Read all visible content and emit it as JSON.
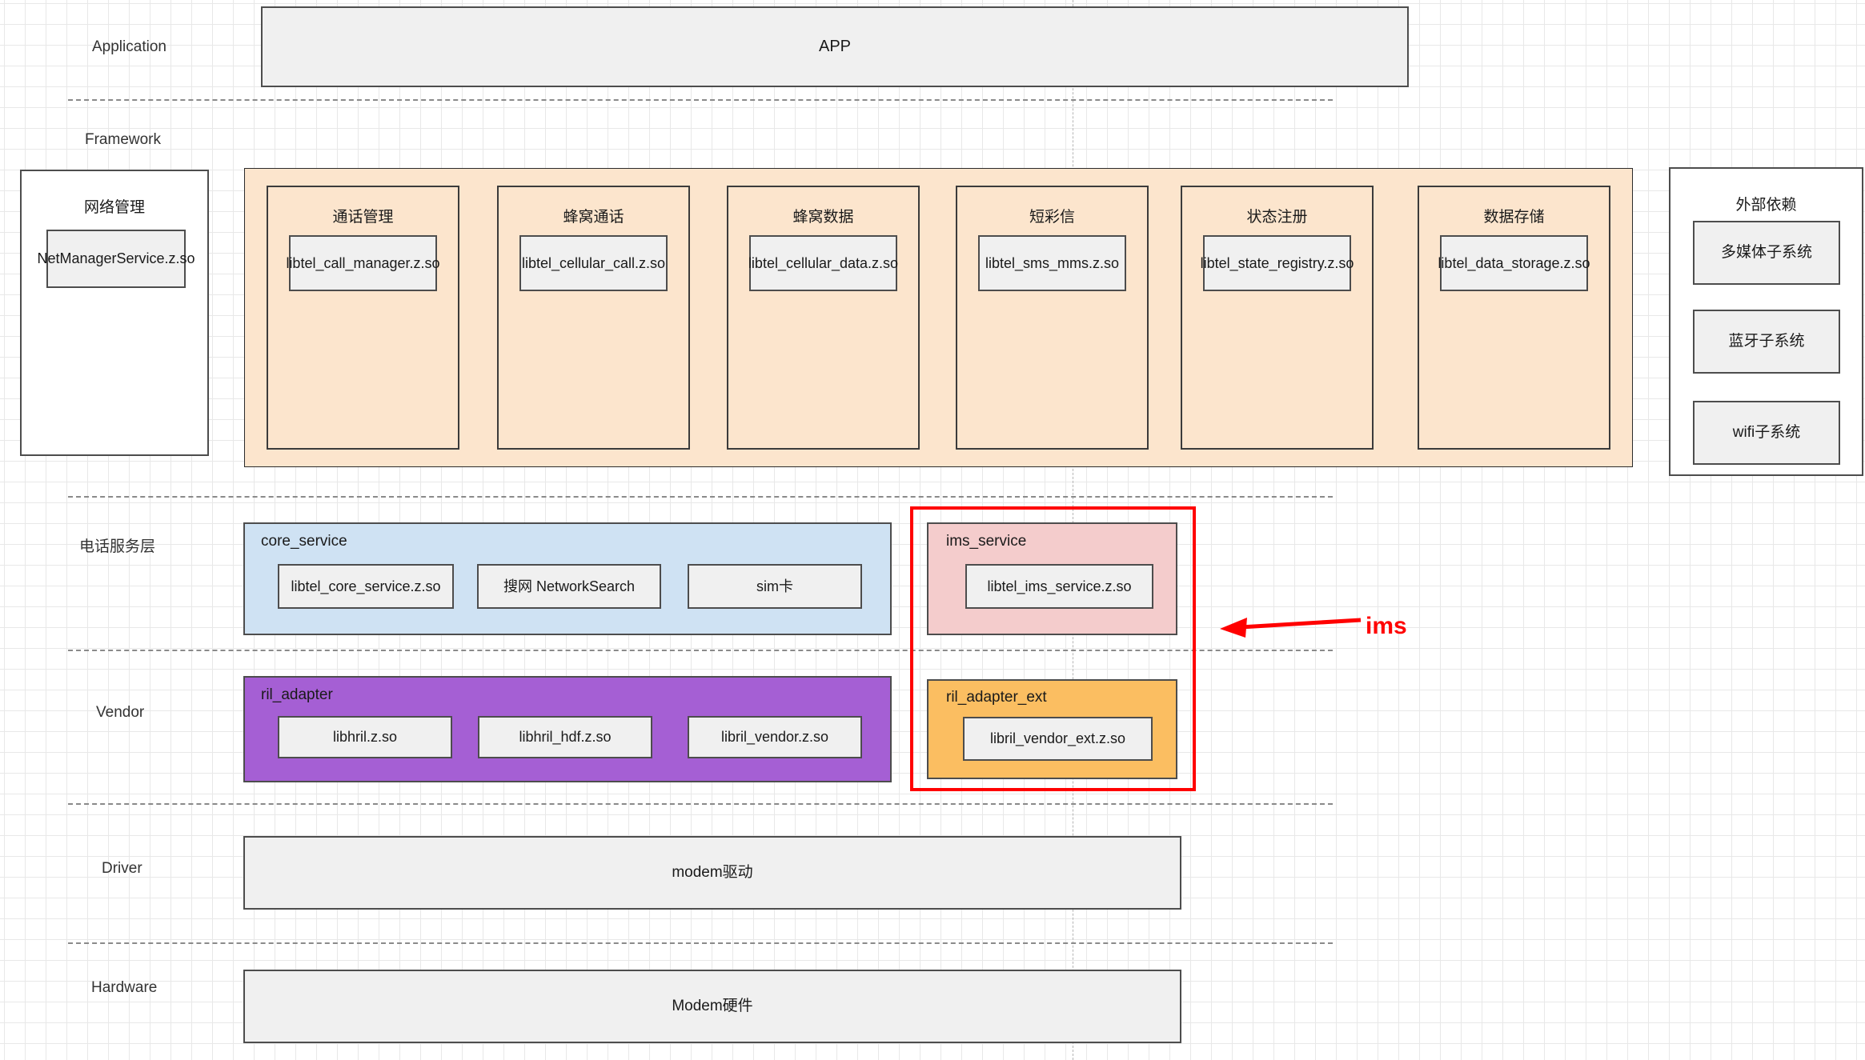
{
  "diagram": {
    "title": "Telephony architecture layers",
    "colors": {
      "framework_band": "#fce5cd",
      "core_service": "#cfe2f3",
      "ims_service": "#f4cccc",
      "ril_adapter": "#a55fd4",
      "ril_adapter_ext": "#fbbe61",
      "grey_box": "#f0f0f0",
      "highlight": "#ff0000",
      "border": "#4d4d4d"
    }
  },
  "layers": [
    {
      "name": "Application",
      "label": "Application"
    },
    {
      "name": "Framework",
      "label": "Framework"
    },
    {
      "name": "TelephonyService",
      "label": "电话服务层"
    },
    {
      "name": "Vendor",
      "label": "Vendor"
    },
    {
      "name": "Driver",
      "label": "Driver"
    },
    {
      "name": "Hardware",
      "label": "Hardware"
    }
  ],
  "application": {
    "box_label": "APP"
  },
  "network_manager": {
    "title": "网络管理",
    "module": "NetManagerService.z.so"
  },
  "framework_modules": [
    {
      "title": "通话管理",
      "module": "libtel_call_manager.z.so"
    },
    {
      "title": "蜂窝通话",
      "module": "libtel_cellular_call.z.so"
    },
    {
      "title": "蜂窝数据",
      "module": "libtel_cellular_data.z.so"
    },
    {
      "title": "短彩信",
      "module": "libtel_sms_mms.z.so"
    },
    {
      "title": "状态注册",
      "module": "libtel_state_registry.z.so"
    },
    {
      "title": "数据存储",
      "module": "libtel_data_storage.z.so"
    }
  ],
  "external_dependencies": {
    "title": "外部依赖",
    "items": [
      {
        "label": "多媒体子系统"
      },
      {
        "label": "蓝牙子系统"
      },
      {
        "label": "wifi子系统"
      }
    ]
  },
  "core_service": {
    "label": "core_service",
    "items": [
      {
        "label": "libtel_core_service.z.so"
      },
      {
        "label": "搜网 NetworkSearch"
      },
      {
        "label": "sim卡"
      }
    ]
  },
  "ims_service": {
    "label": "ims_service",
    "items": [
      {
        "label": "libtel_ims_service.z.so"
      }
    ]
  },
  "ril_adapter": {
    "label": "ril_adapter",
    "items": [
      {
        "label": "libhril.z.so"
      },
      {
        "label": "libhril_hdf.z.so"
      },
      {
        "label": "libril_vendor.z.so"
      }
    ]
  },
  "ril_adapter_ext": {
    "label": "ril_adapter_ext",
    "items": [
      {
        "label": "libril_vendor_ext.z.so"
      }
    ]
  },
  "annotation": {
    "label": "ims"
  },
  "driver": {
    "box_label": "modem驱动"
  },
  "hardware": {
    "box_label": "Modem硬件"
  }
}
